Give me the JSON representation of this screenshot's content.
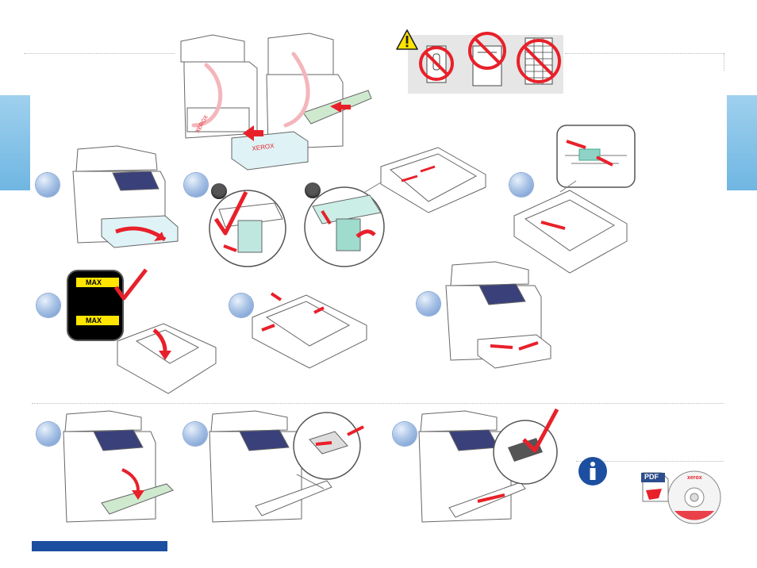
{
  "colors": {
    "accent_blue": "#1d4fa0",
    "tab_blue": "#7fc0e8",
    "arrow_red": "#e8202a",
    "tray_teal": "#8fd3c7",
    "warning_yellow": "#ffe500",
    "panel_grey": "#e6e6e6",
    "line_grey": "#666666"
  },
  "icons": {
    "warning": "warning-triangle-icon",
    "info": "info-icon",
    "pdf": "pdf-icon",
    "cd": "cd-icon",
    "check": "check-mark-icon",
    "no": "prohibited-icon"
  },
  "labels": {
    "max_1": "MAX",
    "max_2": "MAX",
    "brand_tray": "XEROX",
    "brand_printer": "XEROX",
    "brand_cd": "xerox",
    "pdf": "PDF"
  }
}
